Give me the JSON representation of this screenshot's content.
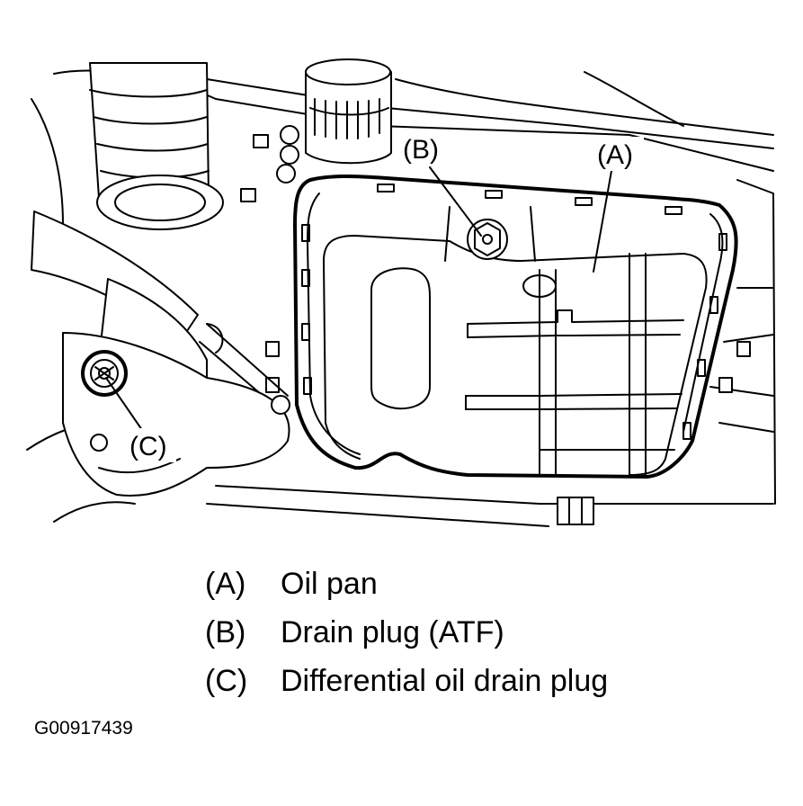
{
  "callouts": {
    "a": "(A)",
    "b": "(B)",
    "c": "(C)"
  },
  "legend": [
    {
      "letter": "(A)",
      "text": "Oil pan"
    },
    {
      "letter": "(B)",
      "text": "Drain plug (ATF)"
    },
    {
      "letter": "(C)",
      "text": "Differential oil drain plug"
    }
  ],
  "figure_id": "G00917439"
}
